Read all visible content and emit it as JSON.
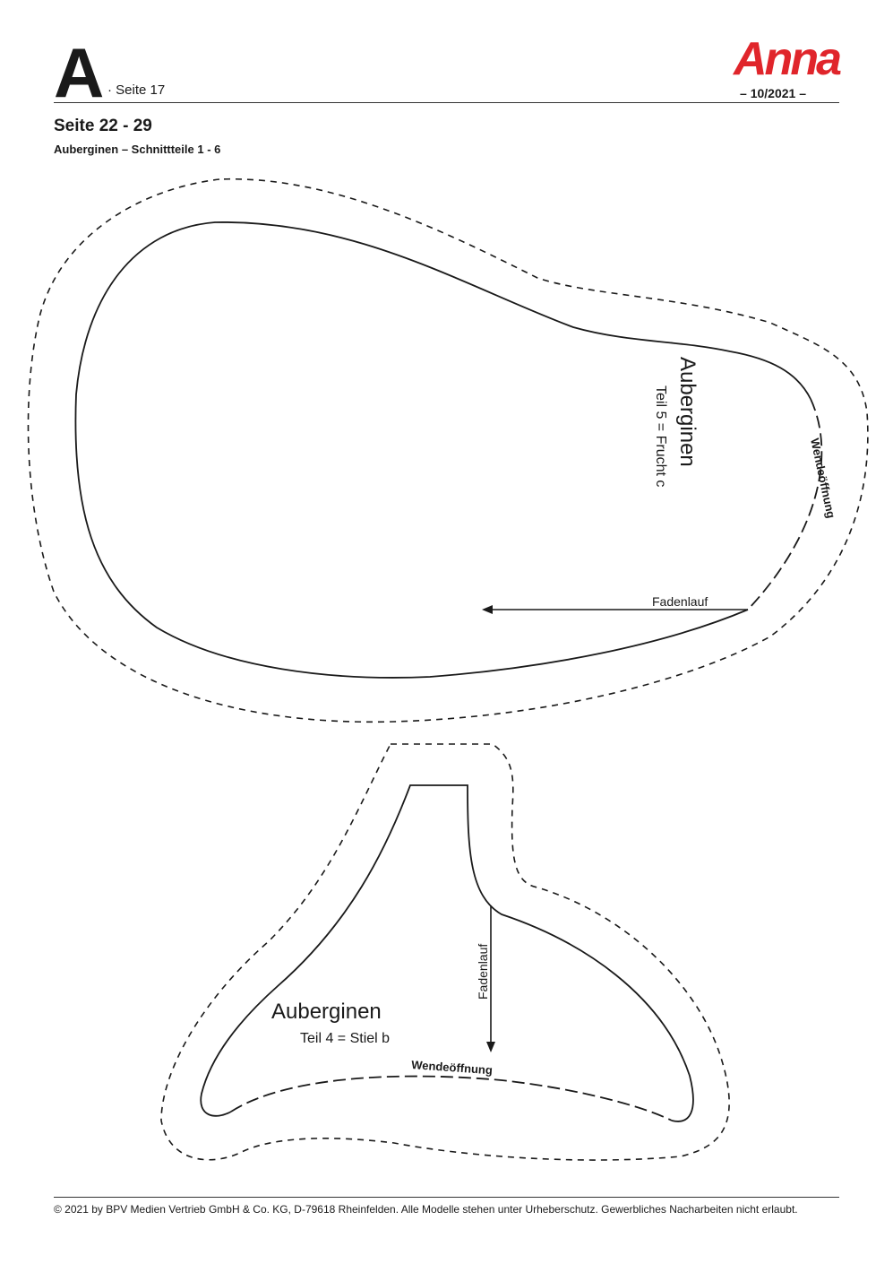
{
  "header": {
    "section_letter": "A",
    "page_ref": "· Seite 17",
    "brand": "Anna",
    "issue": "– 10/2021 –",
    "brand_color": "#e0252b"
  },
  "title": "Seite 22 - 29",
  "subtitle": "Auberginen – Schnittteile 1 - 6",
  "pieces": [
    {
      "name": "Auberginen",
      "part": "Teil 5 = Frucht c",
      "grainline": "Fadenlauf",
      "opening": "Wendeöffnung"
    },
    {
      "name": "Auberginen",
      "part": "Teil 4 = Stiel b",
      "grainline": "Fadenlauf",
      "opening": "Wendeöffnung"
    }
  ],
  "footer": "© 2021 by BPV Medien Vertrieb GmbH & Co. KG, D-79618 Rheinfelden. Alle Modelle stehen unter Urheberschutz. Gewerbliches Nacharbeiten nicht erlaubt."
}
